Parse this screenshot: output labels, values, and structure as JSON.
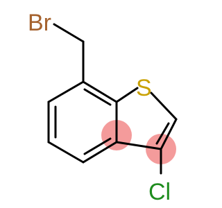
{
  "molecule": {
    "atoms": {
      "bromine": "Br",
      "sulfur": "S",
      "chlorine": "Cl"
    }
  },
  "colors": {
    "bromine": "#a5622e",
    "sulfur": "#c9a100",
    "chlorine": "#1e8c1e",
    "bond": "#000000",
    "aromatic_highlight": "#f28a8a"
  }
}
